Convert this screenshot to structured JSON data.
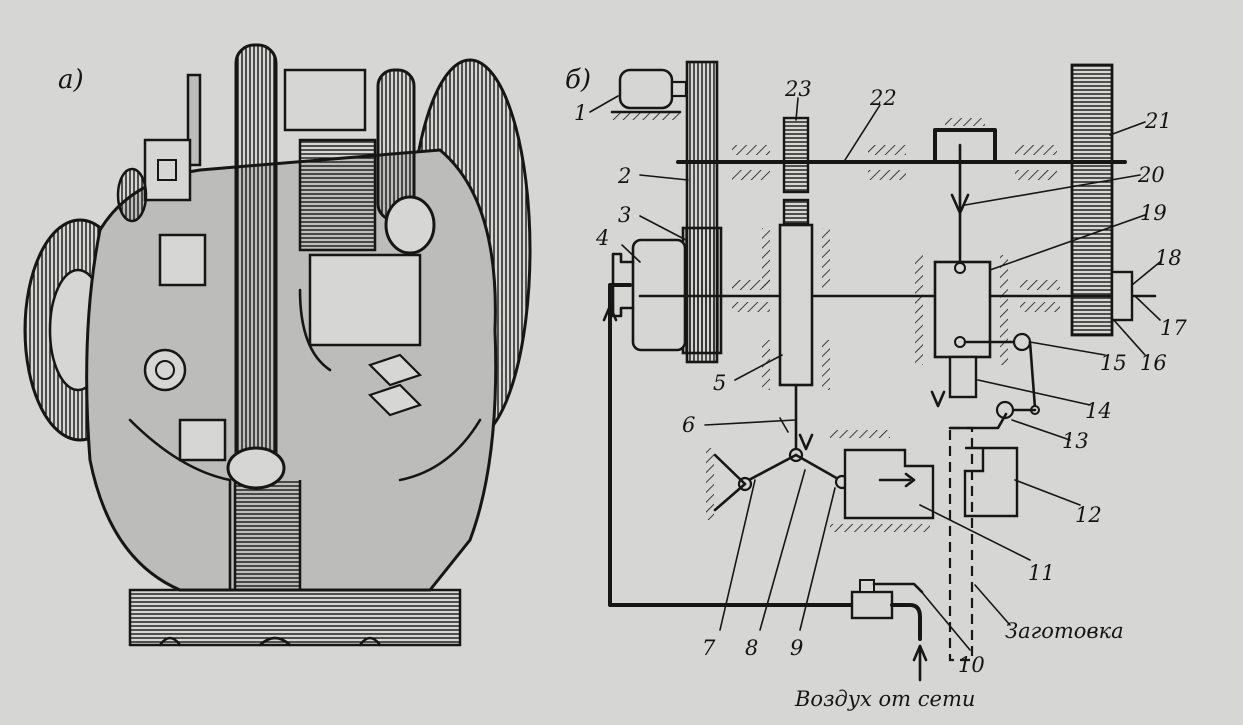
{
  "panels": {
    "left": "а)",
    "right": "б)"
  },
  "labels": [
    "1",
    "2",
    "3",
    "4",
    "5",
    "6",
    "7",
    "8",
    "9",
    "10",
    "11",
    "12",
    "13",
    "14",
    "15",
    "16",
    "17",
    "18",
    "19",
    "20",
    "21",
    "22",
    "23"
  ],
  "notes": {
    "blank": "Заготовка",
    "air": "Воздух от сети"
  },
  "colors": {
    "ink": "#161616",
    "paper": "#d6d6d4",
    "shade": "#8c8c8a"
  }
}
